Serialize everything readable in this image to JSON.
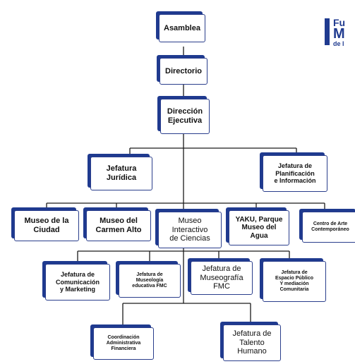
{
  "org_chart": {
    "nodes": [
      {
        "id": "asamblea",
        "label": "Asamblea"
      },
      {
        "id": "directorio",
        "label": "Directorio"
      },
      {
        "id": "direccion",
        "label": "Dirección\nEjecutiva"
      },
      {
        "id": "juridica",
        "label": "Jefatura\nJurídica"
      },
      {
        "id": "planificacion",
        "label": "Jefatura de\nPlanificación\ne Información"
      },
      {
        "id": "museo_ciudad",
        "label": "Museo de la\nCiudad"
      },
      {
        "id": "carmen_alto",
        "label": "Museo del\nCarmen Alto"
      },
      {
        "id": "interactivo",
        "label": "Museo\nInteractivo\nde Ciencias"
      },
      {
        "id": "yaku",
        "label": "YAKU, Parque\nMuseo del\nAgua"
      },
      {
        "id": "centro_arte",
        "label": "Centro de Arte\nContemporáneo"
      },
      {
        "id": "comunicacion",
        "label": "Jefatura de\nComunicación\ny Marketing"
      },
      {
        "id": "museologia",
        "label": "Jefatura de\nMuseología\neducativa FMC"
      },
      {
        "id": "museografia",
        "label": "Jefatura de\nMuseografía\nFMC"
      },
      {
        "id": "espacio_publico",
        "label": "Jefatura de\nEspacio Público\nY mediación\nComunitaria"
      },
      {
        "id": "coordinacion",
        "label": "Coordinación\nAdministrativa\nFinanciera"
      },
      {
        "id": "talento",
        "label": "Jefatura de\nTalento\nHumano"
      }
    ]
  },
  "logo": {
    "line1": "Fu",
    "line2": "M",
    "line3": "de l"
  },
  "colors": {
    "border": "#1f3a8f",
    "line": "#1a1a1a"
  }
}
